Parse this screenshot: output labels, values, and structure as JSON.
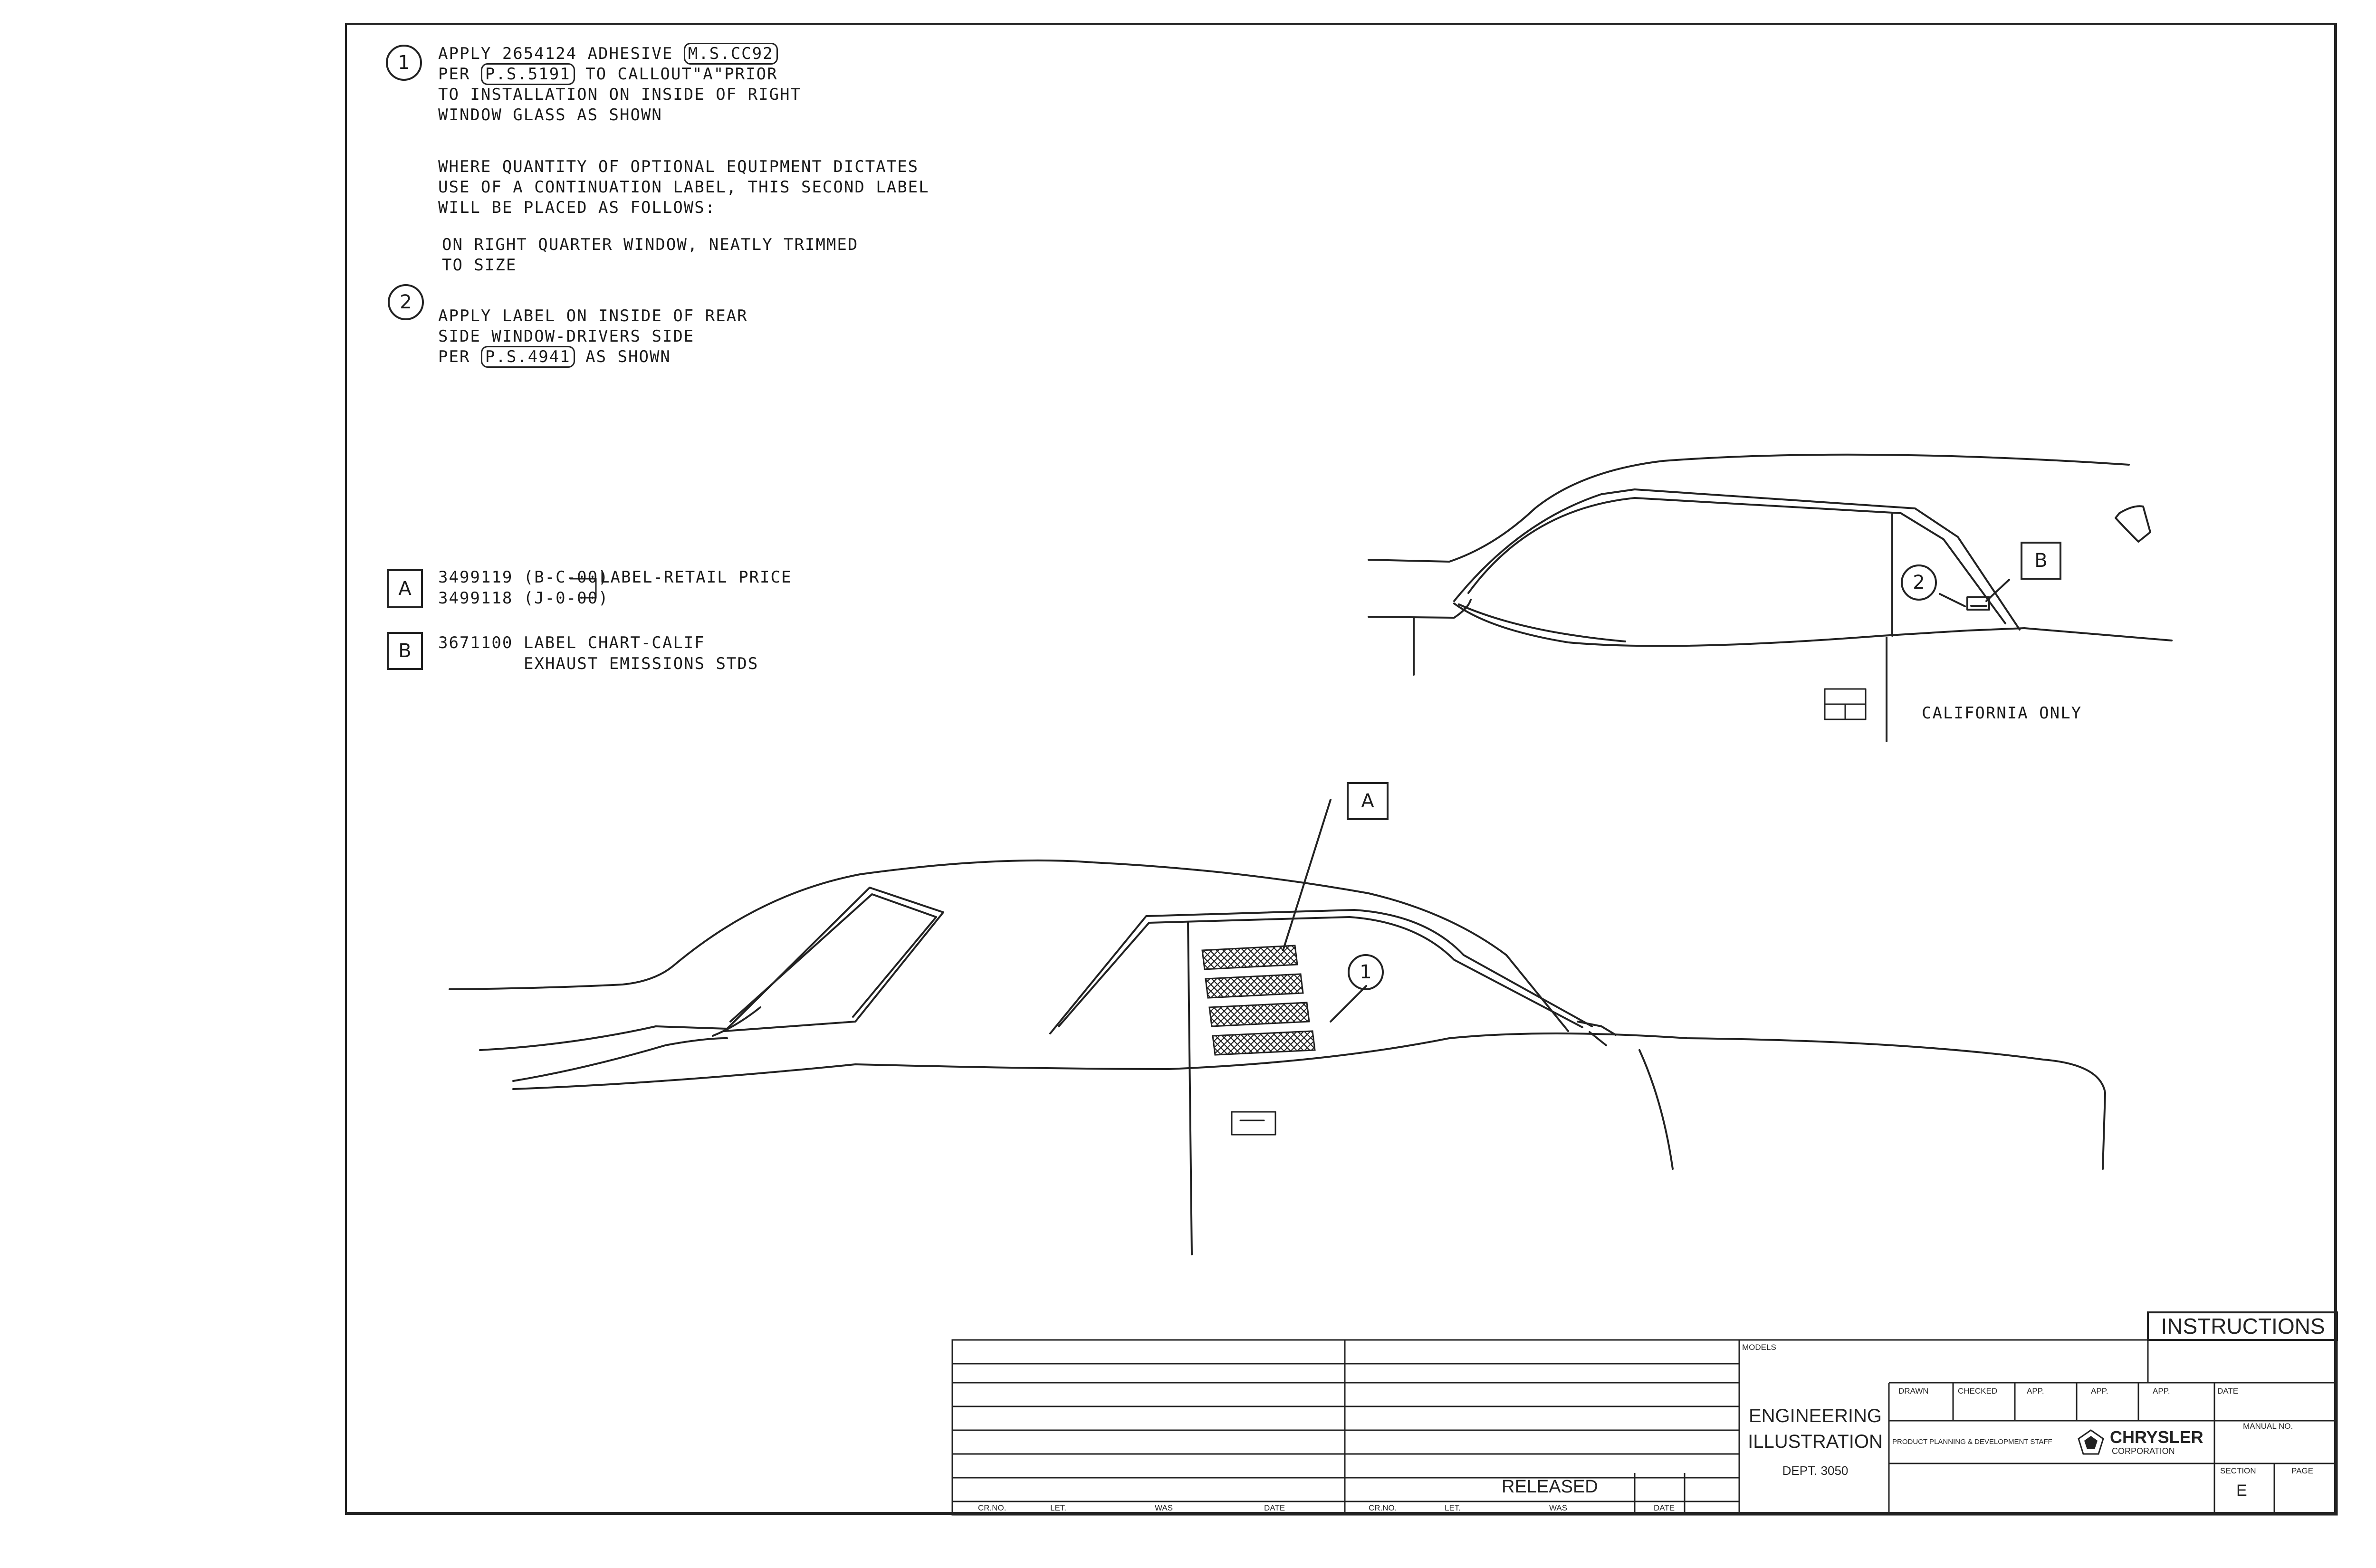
{
  "notes": {
    "callout1_marker": "1",
    "callout1_line1_a": "APPLY 2654124 ADHESIVE ",
    "callout1_line1_ref": "M.S.CC92",
    "callout1_line2_a": "PER ",
    "callout1_line2_ref": "P.S.5191",
    "callout1_line2_b": " TO CALLOUT\"A\"PRIOR",
    "callout1_line3": "TO INSTALLATION ON INSIDE OF RIGHT",
    "callout1_line4": "WINDOW GLASS AS SHOWN",
    "continuation_text": "WHERE QUANTITY OF OPTIONAL EQUIPMENT DICTATES\nUSE OF A CONTINUATION LABEL, THIS SECOND LABEL\nWILL BE PLACED AS FOLLOWS:",
    "quarter_window_text": "ON RIGHT QUARTER WINDOW, NEATLY TRIMMED\nTO SIZE",
    "callout2_marker": "2",
    "callout2_line1": "APPLY LABEL ON INSIDE OF REAR",
    "callout2_line2": "SIDE WINDOW-DRIVERS SIDE",
    "callout2_line3_a": "PER ",
    "callout2_line3_ref": "P.S.4941",
    "callout2_line3_b": " AS SHOWN"
  },
  "legend": {
    "a_marker": "A",
    "a_line1": "3499119 (B-C-00)",
    "a_desc": "LABEL-RETAIL PRICE",
    "a_line2": "3499118 (J-0-00)",
    "b_marker": "B",
    "b_line1": "3671100 LABEL CHART-CALIF",
    "b_line2": "EXHAUST EMISSIONS STDS"
  },
  "views": {
    "upper_callout_circle": "2",
    "upper_callout_box": "B",
    "upper_caption": "CALIFORNIA ONLY",
    "lower_callout_box": "A",
    "lower_callout_circle": "1"
  },
  "title_block": {
    "instructions": "INSTRUCTIONS",
    "models_label": "MODELS",
    "engineering": "ENGINEERING",
    "illustration": "ILLUSTRATION",
    "dept": "DEPT. 3050",
    "released": "RELEASED",
    "drawn_label": "DRAWN",
    "checked_label": "CHECKED",
    "app1_label": "APP.",
    "app2_label": "APP.",
    "app3_label": "APP.",
    "date_label": "DATE",
    "manual_no_label": "MANUAL NO.",
    "section_label": "SECTION",
    "page_label": "PAGE",
    "staff": "PRODUCT PLANNING & DEVELOPMENT STAFF",
    "company": "CHRYSLER",
    "company_sub": "CORPORATION",
    "section_value": "E",
    "rev_headers": [
      "CR.NO.",
      "LET.",
      "WAS",
      "DATE",
      "CR.NO.",
      "LET.",
      "WAS",
      "DATE"
    ]
  }
}
